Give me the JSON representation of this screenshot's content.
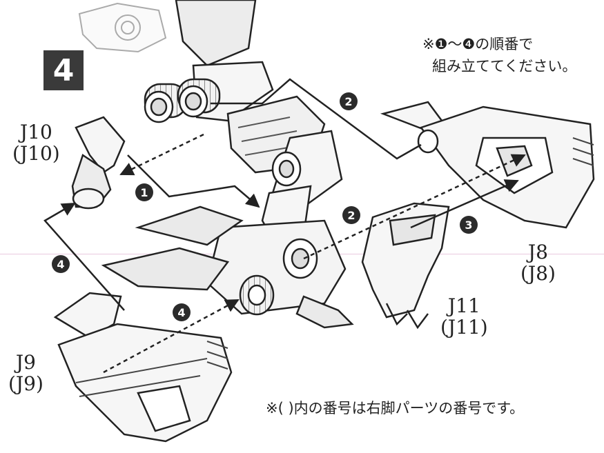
{
  "step_number": "4",
  "order_note": {
    "line1": "※❶～❹の順番で",
    "line2": "組み立ててください。"
  },
  "bottom_note": "※( )内の番号は右脚パーツの番号です。",
  "parts": {
    "j10": {
      "code": "J10",
      "alt": "(J10)"
    },
    "j8": {
      "code": "J8",
      "alt": "(J8)"
    },
    "j11": {
      "code": "J11",
      "alt": "(J11)"
    },
    "j9": {
      "code": "J9",
      "alt": "(J9)"
    }
  },
  "callouts": {
    "c1": "1",
    "c2a": "2",
    "c2b": "2",
    "c3": "3",
    "c4a": "4",
    "c4b": "4"
  },
  "colors": {
    "line": "#222222",
    "box": "#3a3a3a",
    "fill_light": "#f3f3f3",
    "fill_mid": "#d9d9d9"
  }
}
